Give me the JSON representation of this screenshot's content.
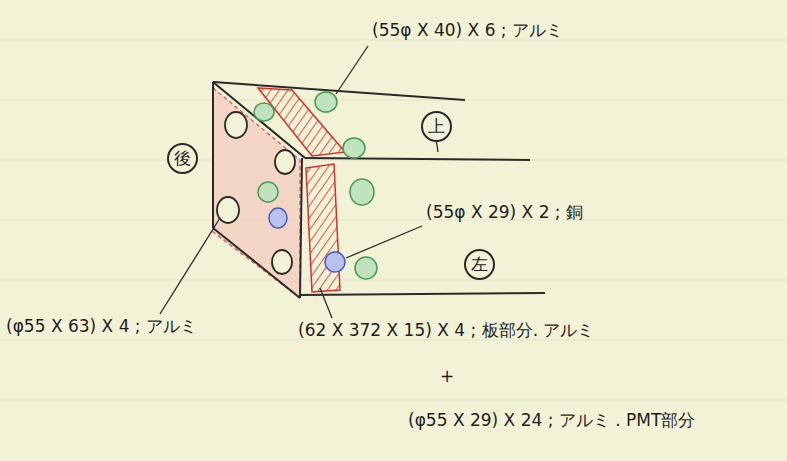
{
  "diagram": {
    "nodes": [
      {
        "text": [
          "後"
        ]
      },
      {
        "text": [
          "上"
        ]
      },
      {
        "text": [
          "左"
        ]
      }
    ],
    "labels": [
      "(55φ X 40) X 6 ; アルミ",
      "(55φ X 29) X 2 ; 銅",
      "(φ55 X 63) X 4 ; アルミ",
      "(62 X 372 X 15) X 4 ; 板部分. アルミ",
      "+",
      "(φ55 X 29) X 24 ; アルミ . PMT部分"
    ]
  }
}
